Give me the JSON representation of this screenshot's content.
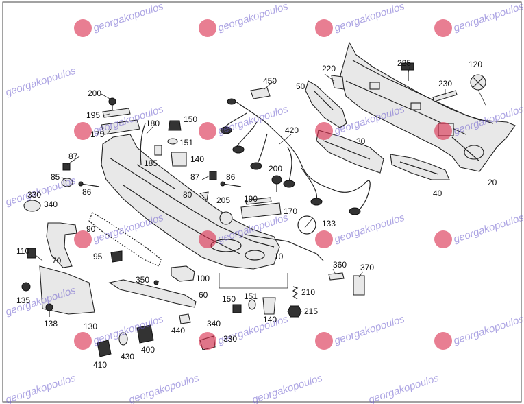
{
  "watermark": {
    "brand": "georgakopoulos",
    "logo_color": "#d9284a",
    "text_color": "#6a5acd"
  },
  "labels": {
    "l10": "10",
    "l20": "20",
    "l30": "30",
    "l40": "40",
    "l50": "50",
    "l60": "60",
    "l70": "70",
    "l80": "80",
    "l85": "85",
    "l86a": "86",
    "l86b": "86",
    "l87a": "87",
    "l87b": "87",
    "l90": "90",
    "l95": "95",
    "l100": "100",
    "l110": "110",
    "l120": "120",
    "l130": "130",
    "l133": "133",
    "l135": "135",
    "l138": "138",
    "l140a": "140",
    "l140b": "140",
    "l150a": "150",
    "l150b": "150",
    "l151a": "151",
    "l151b": "151",
    "l170": "170",
    "l175": "175",
    "l180": "180",
    "l185": "185",
    "l190": "190",
    "l195": "195",
    "l200a": "200",
    "l200b": "200",
    "l205": "205",
    "l210": "210",
    "l215": "215",
    "l220": "220",
    "l225": "225",
    "l230": "230",
    "l330a": "330",
    "l330b": "330",
    "l340a": "340",
    "l340b": "340",
    "l350": "350",
    "l360": "360",
    "l370": "370",
    "l400": "400",
    "l410": "410",
    "l420": "420",
    "l430": "430",
    "l440": "440",
    "l450": "450"
  }
}
